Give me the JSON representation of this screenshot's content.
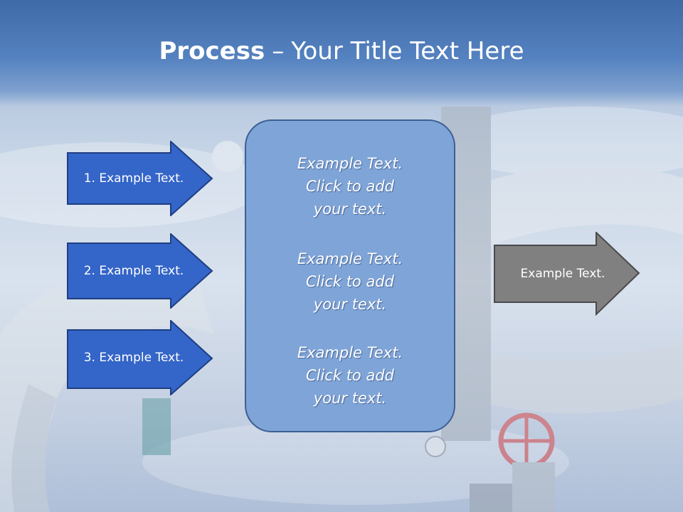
{
  "title": {
    "bold": "Process",
    "dash": "–",
    "rest": "Your Title Text Here"
  },
  "left_arrows": [
    {
      "label": "1. Example Text."
    },
    {
      "label": "2. Example Text."
    },
    {
      "label": "3. Example Text."
    }
  ],
  "center_box": {
    "blocks": [
      {
        "line1": "Example Text.",
        "line2": "Click  to add",
        "line3": "your text."
      },
      {
        "line1": "Example Text.",
        "line2": "Click  to add",
        "line3": "your text."
      },
      {
        "line1": "Example Text.",
        "line2": "Click  to add",
        "line3": "your text."
      }
    ]
  },
  "right_arrow": {
    "label": "Example Text."
  },
  "colors": {
    "header_blue": "#4a76b6",
    "arrow_blue": "#3465c8",
    "box_blue": "#7ea4d8",
    "arrow_gray": "#808080"
  }
}
